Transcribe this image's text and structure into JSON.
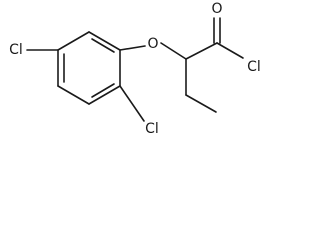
{
  "molecule": {
    "atoms": [
      {
        "id": "cl-ring-left",
        "symbol": "Cl"
      },
      {
        "id": "cl-ring-bottom",
        "symbol": "Cl"
      },
      {
        "id": "o-ether",
        "symbol": "O"
      },
      {
        "id": "o-carbonyl",
        "symbol": "O"
      },
      {
        "id": "cl-acyl",
        "symbol": "Cl"
      }
    ]
  }
}
